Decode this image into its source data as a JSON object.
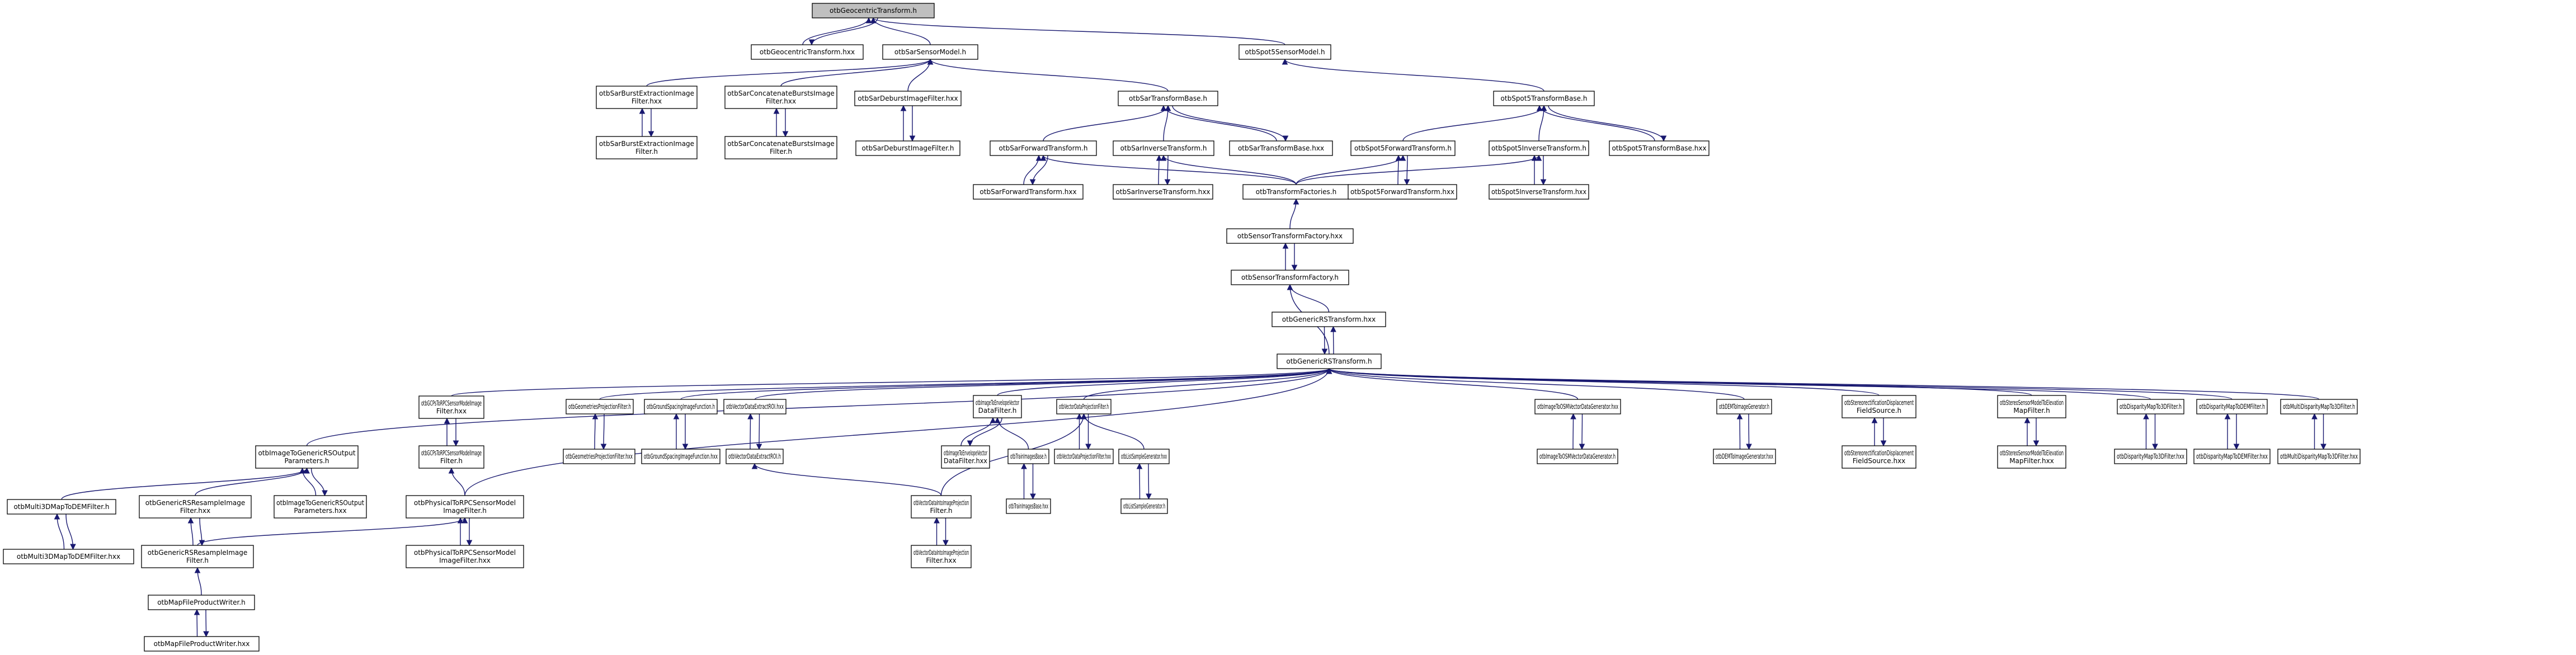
{
  "title": "otbGeocentricTransform.h include dependency graph",
  "colors": {
    "edge": "#191970",
    "root_fill": "#bfbfbf",
    "node_fill": "#ffffff",
    "node_border": "#000000"
  },
  "nodes": [
    {
      "id": "geo_h",
      "lines": [
        "otbGeocentricTransform.h"
      ],
      "root": true
    },
    {
      "id": "geo_hxx",
      "lines": [
        "otbGeocentricTransform.hxx"
      ]
    },
    {
      "id": "sarSensor_h",
      "lines": [
        "otbSarSensorModel.h"
      ]
    },
    {
      "id": "spot5Sensor_h",
      "lines": [
        "otbSpot5SensorModel.h"
      ]
    },
    {
      "id": "sarBurst_hxx",
      "lines": [
        "otbSarBurstExtractionImage",
        "Filter.hxx"
      ]
    },
    {
      "id": "sarBurst_h",
      "lines": [
        "otbSarBurstExtractionImage",
        "Filter.h"
      ]
    },
    {
      "id": "sarConcat_hxx",
      "lines": [
        "otbSarConcatenateBurstsImage",
        "Filter.hxx"
      ]
    },
    {
      "id": "sarConcat_h",
      "lines": [
        "otbSarConcatenateBurstsImage",
        "Filter.h"
      ]
    },
    {
      "id": "sarDeburst_hxx",
      "lines": [
        "otbSarDeburstImageFilter.hxx"
      ]
    },
    {
      "id": "sarDeburst_h",
      "lines": [
        "otbSarDeburstImageFilter.h"
      ]
    },
    {
      "id": "sarTB_h",
      "lines": [
        "otbSarTransformBase.h"
      ]
    },
    {
      "id": "sarFwd_h",
      "lines": [
        "otbSarForwardTransform.h"
      ]
    },
    {
      "id": "sarInv_h",
      "lines": [
        "otbSarInverseTransform.h"
      ]
    },
    {
      "id": "sarTB_hxx",
      "lines": [
        "otbSarTransformBase.hxx"
      ]
    },
    {
      "id": "sarFwd_hxx",
      "lines": [
        "otbSarForwardTransform.hxx"
      ]
    },
    {
      "id": "sarInv_hxx",
      "lines": [
        "otbSarInverseTransform.hxx"
      ]
    },
    {
      "id": "tfact_h",
      "lines": [
        "otbTransformFactories.h"
      ]
    },
    {
      "id": "spTB_h",
      "lines": [
        "otbSpot5TransformBase.h"
      ]
    },
    {
      "id": "spFwd_h",
      "lines": [
        "otbSpot5ForwardTransform.h"
      ]
    },
    {
      "id": "spInv_h",
      "lines": [
        "otbSpot5InverseTransform.h"
      ]
    },
    {
      "id": "spTB_hxx",
      "lines": [
        "otbSpot5TransformBase.hxx"
      ]
    },
    {
      "id": "spFwd_hxx",
      "lines": [
        "otbSpot5ForwardTransform.hxx"
      ]
    },
    {
      "id": "spInv_hxx",
      "lines": [
        "otbSpot5InverseTransform.hxx"
      ]
    },
    {
      "id": "stf_hxx",
      "lines": [
        "otbSensorTransformFactory.hxx"
      ]
    },
    {
      "id": "stf_h",
      "lines": [
        "otbSensorTransformFactory.h"
      ]
    },
    {
      "id": "grs_hxx",
      "lines": [
        "otbGenericRSTransform.hxx"
      ]
    },
    {
      "id": "grs_h",
      "lines": [
        "otbGenericRSTransform.h"
      ]
    },
    {
      "id": "gcp_hxx",
      "lines": [
        "otbGCPsToRPCSensorModelImage",
        "Filter.hxx"
      ]
    },
    {
      "id": "gcp_h",
      "lines": [
        "otbGCPsToRPCSensorModelImage",
        "Filter.h"
      ]
    },
    {
      "id": "geomProj_h",
      "lines": [
        "otbGeometriesProjectionFilter.h"
      ]
    },
    {
      "id": "geomProj_hxx",
      "lines": [
        "otbGeometriesProjectionFilter.hxx"
      ]
    },
    {
      "id": "gsif_h",
      "lines": [
        "otbGroundSpacingImageFunction.h"
      ]
    },
    {
      "id": "gsif_hxx",
      "lines": [
        "otbGroundSpacingImageFunction.hxx"
      ]
    },
    {
      "id": "vdroi_hxx",
      "lines": [
        "otbVectorDataExtractROI.hxx"
      ]
    },
    {
      "id": "vdroi_h",
      "lines": [
        "otbVectorDataExtractROI.h"
      ]
    },
    {
      "id": "ienv_h",
      "lines": [
        "otbImageToEnvelopeVector",
        "DataFilter.h"
      ]
    },
    {
      "id": "ienv_hxx",
      "lines": [
        "otbImageToEnvelopeVector",
        "DataFilter.hxx"
      ]
    },
    {
      "id": "vdproj_h",
      "lines": [
        "otbVectorDataProjectionFilter.h"
      ]
    },
    {
      "id": "vdproj_hxx",
      "lines": [
        "otbVectorDataProjectionFilter.hxx"
      ]
    },
    {
      "id": "lsg_hxx",
      "lines": [
        "otbListSampleGenerator.hxx"
      ]
    },
    {
      "id": "lsg_h",
      "lines": [
        "otbListSampleGenerator.h"
      ]
    },
    {
      "id": "tib_h",
      "lines": [
        "otbTrainImagesBase.h"
      ]
    },
    {
      "id": "tib_hxx",
      "lines": [
        "otbTrainImagesBase.hxx"
      ]
    },
    {
      "id": "vdiip_h",
      "lines": [
        "otbVectorDataIntoImageProjection",
        "Filter.h"
      ]
    },
    {
      "id": "vdiip_hxx",
      "lines": [
        "otbVectorDataIntoImageProjection",
        "Filter.hxx"
      ]
    },
    {
      "id": "osm_hxx",
      "lines": [
        "otbImageToOSMVectorDataGenerator.hxx"
      ]
    },
    {
      "id": "osm_h",
      "lines": [
        "otbImageToOSMVectorDataGenerator.h"
      ]
    },
    {
      "id": "dem2img_h",
      "lines": [
        "otbDEMToImageGenerator.h"
      ]
    },
    {
      "id": "dem2img_hxx",
      "lines": [
        "otbDEMToImageGenerator.hxx"
      ]
    },
    {
      "id": "srdf_h",
      "lines": [
        "otbStereorectificationDisplacement",
        "FieldSource.h"
      ]
    },
    {
      "id": "srdf_hxx",
      "lines": [
        "otbStereorectificationDisplacement",
        "FieldSource.hxx"
      ]
    },
    {
      "id": "ssm_h",
      "lines": [
        "otbStereoSensorModelToElevation",
        "MapFilter.h"
      ]
    },
    {
      "id": "ssm_hxx",
      "lines": [
        "otbStereoSensorModelToElevation",
        "MapFilter.hxx"
      ]
    },
    {
      "id": "dm3d_h",
      "lines": [
        "otbDisparityMapTo3DFilter.h"
      ]
    },
    {
      "id": "dm3d_hxx",
      "lines": [
        "otbDisparityMapTo3DFilter.hxx"
      ]
    },
    {
      "id": "dmdem_h",
      "lines": [
        "otbDisparityMapToDEMFilter.h"
      ]
    },
    {
      "id": "dmdem_hxx",
      "lines": [
        "otbDisparityMapToDEMFilter.hxx"
      ]
    },
    {
      "id": "mdm3d_h",
      "lines": [
        "otbMultiDisparityMapTo3DFilter.h"
      ]
    },
    {
      "id": "mdm3d_hxx",
      "lines": [
        "otbMultiDisparityMapTo3DFilter.hxx"
      ]
    },
    {
      "id": "i2grs_h",
      "lines": [
        "otbImageToGenericRSOutput",
        "Parameters.h"
      ]
    },
    {
      "id": "i2grs_hxx",
      "lines": [
        "otbImageToGenericRSOutput",
        "Parameters.hxx"
      ]
    },
    {
      "id": "m3d_h",
      "lines": [
        "otbMulti3DMapToDEMFilter.h"
      ]
    },
    {
      "id": "m3d_hxx",
      "lines": [
        "otbMulti3DMapToDEMFilter.hxx"
      ]
    },
    {
      "id": "grsr_hxx",
      "lines": [
        "otbGenericRSResampleImage",
        "Filter.hxx"
      ]
    },
    {
      "id": "grsr_h",
      "lines": [
        "otbGenericRSResampleImage",
        "Filter.h"
      ]
    },
    {
      "id": "phys_h",
      "lines": [
        "otbPhysicalToRPCSensorModel",
        "ImageFilter.h"
      ]
    },
    {
      "id": "phys_hxx",
      "lines": [
        "otbPhysicalToRPCSensorModel",
        "ImageFilter.hxx"
      ]
    },
    {
      "id": "mfpw_h",
      "lines": [
        "otbMapFileProductWriter.h"
      ]
    },
    {
      "id": "mfpw_hxx",
      "lines": [
        "otbMapFileProductWriter.hxx"
      ]
    }
  ],
  "edges": [
    [
      "geo_hxx",
      "geo_h"
    ],
    [
      "geo_h",
      "geo_hxx"
    ],
    [
      "sarSensor_h",
      "geo_h"
    ],
    [
      "spot5Sensor_h",
      "geo_h"
    ],
    [
      "sarBurst_hxx",
      "sarSensor_h"
    ],
    [
      "sarConcat_hxx",
      "sarSensor_h"
    ],
    [
      "sarDeburst_hxx",
      "sarSensor_h"
    ],
    [
      "sarTB_h",
      "sarSensor_h"
    ],
    [
      "sarBurst_h",
      "sarBurst_hxx"
    ],
    [
      "sarBurst_hxx",
      "sarBurst_h"
    ],
    [
      "sarConcat_h",
      "sarConcat_hxx"
    ],
    [
      "sarConcat_hxx",
      "sarConcat_h"
    ],
    [
      "sarDeburst_h",
      "sarDeburst_hxx"
    ],
    [
      "sarDeburst_hxx",
      "sarDeburst_h"
    ],
    [
      "sarFwd_h",
      "sarTB_h"
    ],
    [
      "sarInv_h",
      "sarTB_h"
    ],
    [
      "sarTB_hxx",
      "sarTB_h"
    ],
    [
      "sarTB_h",
      "sarTB_hxx"
    ],
    [
      "sarFwd_hxx",
      "sarFwd_h"
    ],
    [
      "sarFwd_h",
      "sarFwd_hxx"
    ],
    [
      "sarInv_hxx",
      "sarInv_h"
    ],
    [
      "sarInv_h",
      "sarInv_hxx"
    ],
    [
      "tfact_h",
      "sarFwd_h"
    ],
    [
      "tfact_h",
      "sarInv_h"
    ],
    [
      "tfact_h",
      "spFwd_h"
    ],
    [
      "tfact_h",
      "spInv_h"
    ],
    [
      "spTB_h",
      "spot5Sensor_h"
    ],
    [
      "spFwd_h",
      "spTB_h"
    ],
    [
      "spInv_h",
      "spTB_h"
    ],
    [
      "spTB_hxx",
      "spTB_h"
    ],
    [
      "spTB_h",
      "spTB_hxx"
    ],
    [
      "spFwd_hxx",
      "spFwd_h"
    ],
    [
      "spFwd_h",
      "spFwd_hxx"
    ],
    [
      "spInv_hxx",
      "spInv_h"
    ],
    [
      "spInv_h",
      "spInv_hxx"
    ],
    [
      "stf_hxx",
      "tfact_h"
    ],
    [
      "stf_h",
      "stf_hxx"
    ],
    [
      "stf_hxx",
      "stf_h"
    ],
    [
      "grs_hxx",
      "stf_h"
    ],
    [
      "grs_h",
      "stf_h"
    ],
    [
      "grs_hxx",
      "grs_h"
    ],
    [
      "grs_h",
      "grs_hxx"
    ],
    [
      "i2grs_h",
      "grs_h"
    ],
    [
      "phys_h",
      "grs_h"
    ],
    [
      "gcp_hxx",
      "grs_h"
    ],
    [
      "geomProj_h",
      "grs_h"
    ],
    [
      "gsif_h",
      "grs_h"
    ],
    [
      "vdroi_hxx",
      "grs_h"
    ],
    [
      "ienv_h",
      "grs_h"
    ],
    [
      "vdproj_h",
      "grs_h"
    ],
    [
      "osm_hxx",
      "grs_h"
    ],
    [
      "dem2img_h",
      "grs_h"
    ],
    [
      "srdf_h",
      "grs_h"
    ],
    [
      "ssm_h",
      "grs_h"
    ],
    [
      "dm3d_h",
      "grs_h"
    ],
    [
      "dmdem_h",
      "grs_h"
    ],
    [
      "mdm3d_h",
      "grs_h"
    ],
    [
      "gcp_h",
      "gcp_hxx"
    ],
    [
      "gcp_hxx",
      "gcp_h"
    ],
    [
      "phys_h",
      "gcp_h"
    ],
    [
      "geomProj_hxx",
      "geomProj_h"
    ],
    [
      "geomProj_h",
      "geomProj_hxx"
    ],
    [
      "gsif_hxx",
      "gsif_h"
    ],
    [
      "gsif_h",
      "gsif_hxx"
    ],
    [
      "vdroi_h",
      "vdroi_hxx"
    ],
    [
      "vdroi_hxx",
      "vdroi_h"
    ],
    [
      "vdiip_h",
      "vdroi_h"
    ],
    [
      "ienv_hxx",
      "ienv_h"
    ],
    [
      "ienv_h",
      "ienv_hxx"
    ],
    [
      "tib_h",
      "ienv_h"
    ],
    [
      "vdiip_h",
      "vdproj_h"
    ],
    [
      "vdproj_hxx",
      "vdproj_h"
    ],
    [
      "vdproj_h",
      "vdproj_hxx"
    ],
    [
      "lsg_hxx",
      "vdproj_h"
    ],
    [
      "lsg_h",
      "lsg_hxx"
    ],
    [
      "lsg_hxx",
      "lsg_h"
    ],
    [
      "tib_hxx",
      "tib_h"
    ],
    [
      "tib_h",
      "tib_hxx"
    ],
    [
      "vdiip_hxx",
      "vdiip_h"
    ],
    [
      "vdiip_h",
      "vdiip_hxx"
    ],
    [
      "osm_h",
      "osm_hxx"
    ],
    [
      "osm_hxx",
      "osm_h"
    ],
    [
      "dem2img_hxx",
      "dem2img_h"
    ],
    [
      "dem2img_h",
      "dem2img_hxx"
    ],
    [
      "srdf_hxx",
      "srdf_h"
    ],
    [
      "srdf_h",
      "srdf_hxx"
    ],
    [
      "ssm_hxx",
      "ssm_h"
    ],
    [
      "ssm_h",
      "ssm_hxx"
    ],
    [
      "dm3d_hxx",
      "dm3d_h"
    ],
    [
      "dm3d_h",
      "dm3d_hxx"
    ],
    [
      "dmdem_hxx",
      "dmdem_h"
    ],
    [
      "dmdem_h",
      "dmdem_hxx"
    ],
    [
      "mdm3d_hxx",
      "mdm3d_h"
    ],
    [
      "mdm3d_h",
      "mdm3d_hxx"
    ],
    [
      "m3d_h",
      "i2grs_h"
    ],
    [
      "grsr_hxx",
      "i2grs_h"
    ],
    [
      "i2grs_hxx",
      "i2grs_h"
    ],
    [
      "i2grs_h",
      "i2grs_hxx"
    ],
    [
      "m3d_hxx",
      "m3d_h"
    ],
    [
      "m3d_h",
      "m3d_hxx"
    ],
    [
      "grsr_h",
      "grsr_hxx"
    ],
    [
      "grsr_hxx",
      "grsr_h"
    ],
    [
      "grsr_h",
      "phys_h"
    ],
    [
      "phys_hxx",
      "phys_h"
    ],
    [
      "phys_h",
      "phys_hxx"
    ],
    [
      "mfpw_h",
      "grsr_h"
    ],
    [
      "mfpw_hxx",
      "mfpw_h"
    ],
    [
      "mfpw_h",
      "mfpw_hxx"
    ]
  ]
}
